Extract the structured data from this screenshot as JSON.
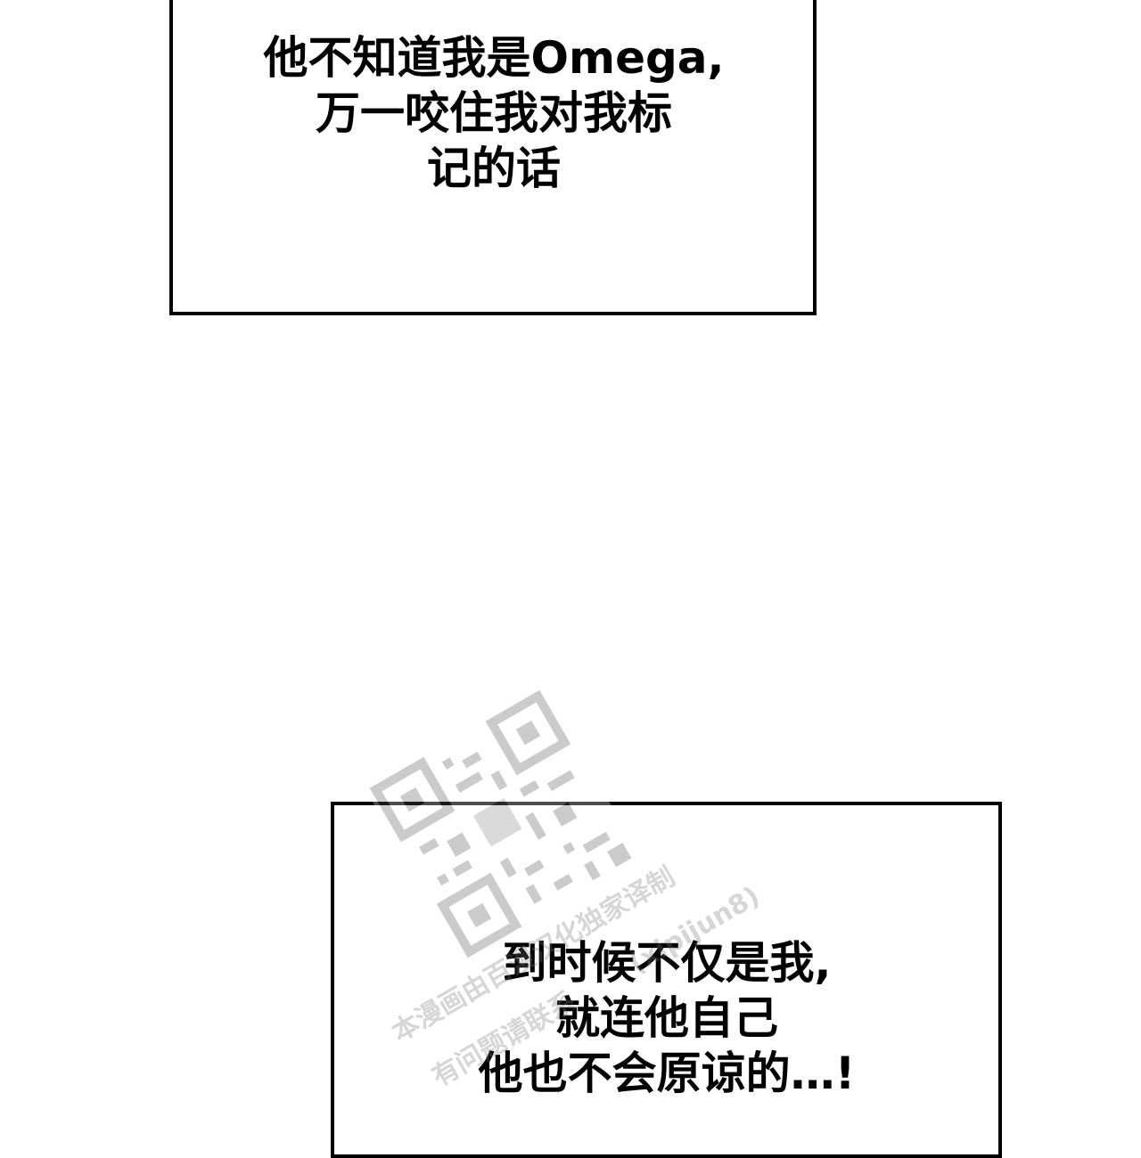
{
  "captions": {
    "top": {
      "lines": [
        "他不知道我是Omega,",
        "万一咬住我对我标",
        "记的话"
      ]
    },
    "bottom": {
      "lines": [
        "到时候不仅是我,",
        "就连他自己",
        "他也不会原谅的…!"
      ]
    }
  },
  "watermark": {
    "lines": [
      "本漫画由百漫汉化独家译制",
      "(xipijun8)",
      "有问题请联系"
    ]
  },
  "colors": {
    "background": "#ffffff",
    "border": "#000000",
    "text": "#000000",
    "watermark": "#7a7a7a"
  }
}
